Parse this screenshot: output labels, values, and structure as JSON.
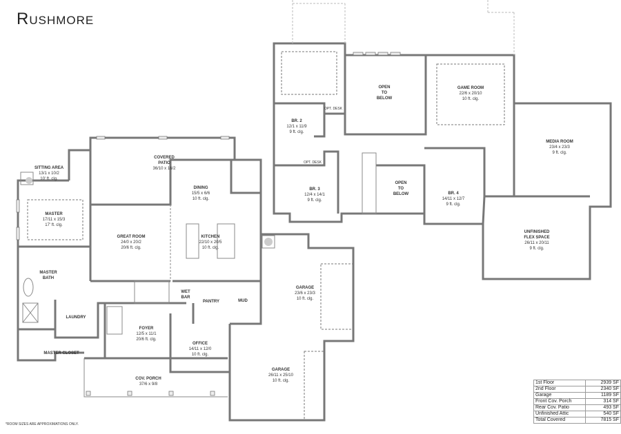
{
  "title": "Rushmore",
  "footnote": "*ROOM SIZES ARE APPROXIMATIONS ONLY.",
  "first_floor_rooms": [
    {
      "name": "SITTING AREA",
      "size": "13/1 x 10/2",
      "ceiling": "10' ft. clg."
    },
    {
      "name": "COVERED PATIO",
      "size": "36/10 x 16/2",
      "ceiling": ""
    },
    {
      "name": "DINING",
      "size": "15/5 x 6/6",
      "ceiling": "10 ft. clg."
    },
    {
      "name": "MASTER",
      "size": "17/11 x 15/3",
      "ceiling": "17' ft. clg."
    },
    {
      "name": "GREAT ROOM",
      "size": "24/0 x 20/2",
      "ceiling": "20/6 ft. clg."
    },
    {
      "name": "KITCHEN",
      "size": "22/10 x 20/5",
      "ceiling": "10 ft. clg."
    },
    {
      "name": "MASTER BATH",
      "size": "",
      "ceiling": ""
    },
    {
      "name": "LAUNDRY",
      "size": "",
      "ceiling": ""
    },
    {
      "name": "WET BAR",
      "size": "",
      "ceiling": ""
    },
    {
      "name": "PANTRY",
      "size": "",
      "ceiling": ""
    },
    {
      "name": "MUD",
      "size": "",
      "ceiling": ""
    },
    {
      "name": "FOYER",
      "size": "12/5 x 11/1",
      "ceiling": "20/6 ft. clg."
    },
    {
      "name": "OFFICE",
      "size": "14/11 x 12/0",
      "ceiling": "10 ft. clg."
    },
    {
      "name": "MASTER CLOSET",
      "size": "",
      "ceiling": ""
    },
    {
      "name": "COV. PORCH",
      "size": "37/6 x 9/8",
      "ceiling": ""
    },
    {
      "name": "GARAGE",
      "size": "23/6 x 23/3",
      "ceiling": "10 ft. clg."
    },
    {
      "name": "GARAGE",
      "size": "26/11 x 25/10",
      "ceiling": "10 ft. clg."
    }
  ],
  "second_floor_rooms": [
    {
      "name": "OPEN TO BELOW",
      "size": "",
      "ceiling": ""
    },
    {
      "name": "GAME ROOM",
      "size": "22/6 x 20/10",
      "ceiling": "10 ft. clg."
    },
    {
      "name": "BR. 2",
      "size": "12/1 x 11/9",
      "ceiling": "9 ft. clg."
    },
    {
      "name": "MEDIA ROOM",
      "size": "23/4 x 23/3",
      "ceiling": "9 ft. clg."
    },
    {
      "name": "BR. 3",
      "size": "12/4 x 14/1",
      "ceiling": "9 ft. clg."
    },
    {
      "name": "OPEN TO BELOW",
      "size": "",
      "ceiling": ""
    },
    {
      "name": "BR. 4",
      "size": "14/11 x 12/7",
      "ceiling": "9 ft. clg."
    },
    {
      "name": "UNFINISHED FLEX SPACE",
      "size": "26/11 x 20/11",
      "ceiling": "9 ft. clg."
    }
  ],
  "labels": {
    "opt_desk": "OPT. DESK"
  },
  "square_footage": [
    {
      "label": "1st Floor",
      "value": "2939 SF"
    },
    {
      "label": "2nd Floor",
      "value": "2340 SF"
    },
    {
      "label": "Garage",
      "value": "1189 SF"
    },
    {
      "label": "Front Cov. Porch",
      "value": "314 SF"
    },
    {
      "label": "Rear Cov. Patio",
      "value": "493 SF"
    },
    {
      "label": "Unfinished Attic",
      "value": "540 SF"
    },
    {
      "label": "Total Covered",
      "value": "7815 SF"
    }
  ]
}
